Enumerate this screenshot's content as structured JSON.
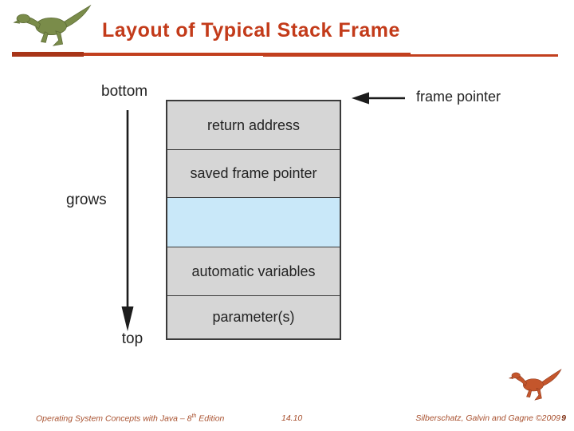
{
  "slide": {
    "title": "Layout of Typical Stack Frame",
    "accent_color": "#c33b1a"
  },
  "diagram": {
    "labels": {
      "bottom": "bottom",
      "grows": "grows",
      "top": "top",
      "frame_pointer": "frame pointer"
    },
    "stack": {
      "border_color": "#3a3a3a",
      "rows": [
        {
          "label": "return address",
          "color": "#d6d6d6"
        },
        {
          "label": "saved frame pointer",
          "color": "#d6d6d6"
        },
        {
          "label": "",
          "color": "#c9e8f9"
        },
        {
          "label": "automatic variables",
          "color": "#d6d6d6"
        },
        {
          "label": "parameter(s)",
          "color": "#d6d6d6"
        }
      ]
    },
    "arrow_color": "#1c1c1c"
  },
  "footer": {
    "book_prefix": "Operating System Concepts  with Java – 8",
    "book_sup": "th",
    "book_suffix": " Edition",
    "page": "14.10",
    "credit": "Silberschatz, Galvin and Gagne ©2009",
    "overlap_digit": "9",
    "text_color": "#a8502e"
  },
  "icons": {
    "header_dino": "green-dinosaur-logo",
    "footer_dino": "red-dinosaur-logo",
    "header_dino_color": "#7a8c4a",
    "footer_dino_color": "#c4562c"
  }
}
